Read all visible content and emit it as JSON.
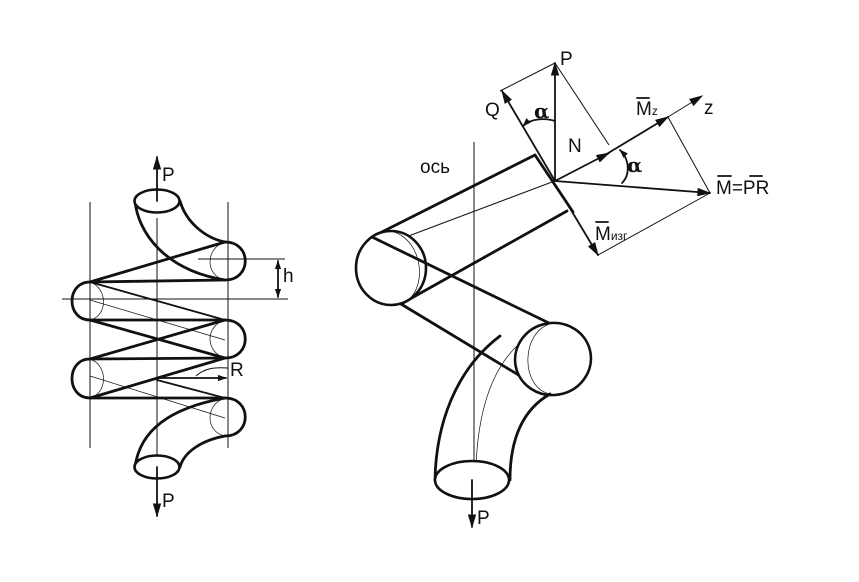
{
  "spring_view": {
    "force_top": "P",
    "force_bottom": "P",
    "pitch_label": "h",
    "radius_label": "R"
  },
  "coil_view": {
    "axis_label": "ось",
    "force_vertical_top": "P",
    "force_bottom": "P",
    "shear_label": "Q",
    "normal_label": "N",
    "angle_label_top": "α",
    "angle_label_right": "α",
    "moment_z_main": "M",
    "moment_z_sub": "z",
    "z_axis_label": "z",
    "moment_total_label": "M=PR",
    "moment_bend_main": "M",
    "moment_bend_sub": "изг"
  },
  "colors": {
    "line": "#111111",
    "background": "#ffffff"
  }
}
